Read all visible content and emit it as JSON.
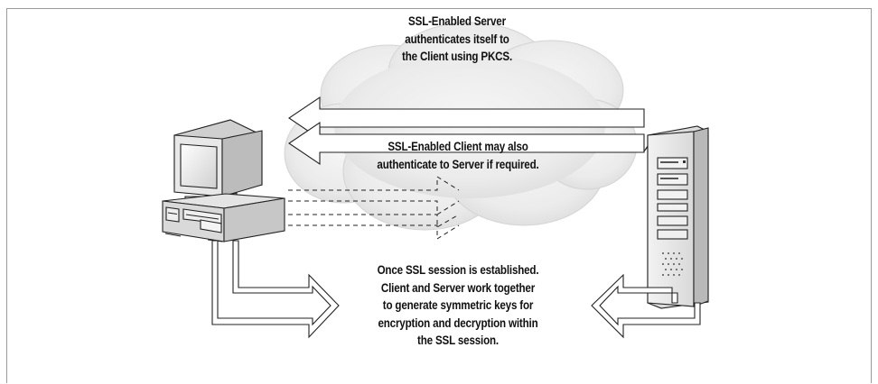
{
  "diagram": {
    "server_auth_text": "SSL-Enabled Server\nauthenticates itself to\nthe Client using PKCS.",
    "client_auth_text": "SSL-Enabled Client may also\nauthenticate to Server if required.",
    "session_text": "Once SSL session is established.\nClient and Server work together\nto generate symmetric keys for\nencryption and decryption within\nthe SSL session."
  }
}
